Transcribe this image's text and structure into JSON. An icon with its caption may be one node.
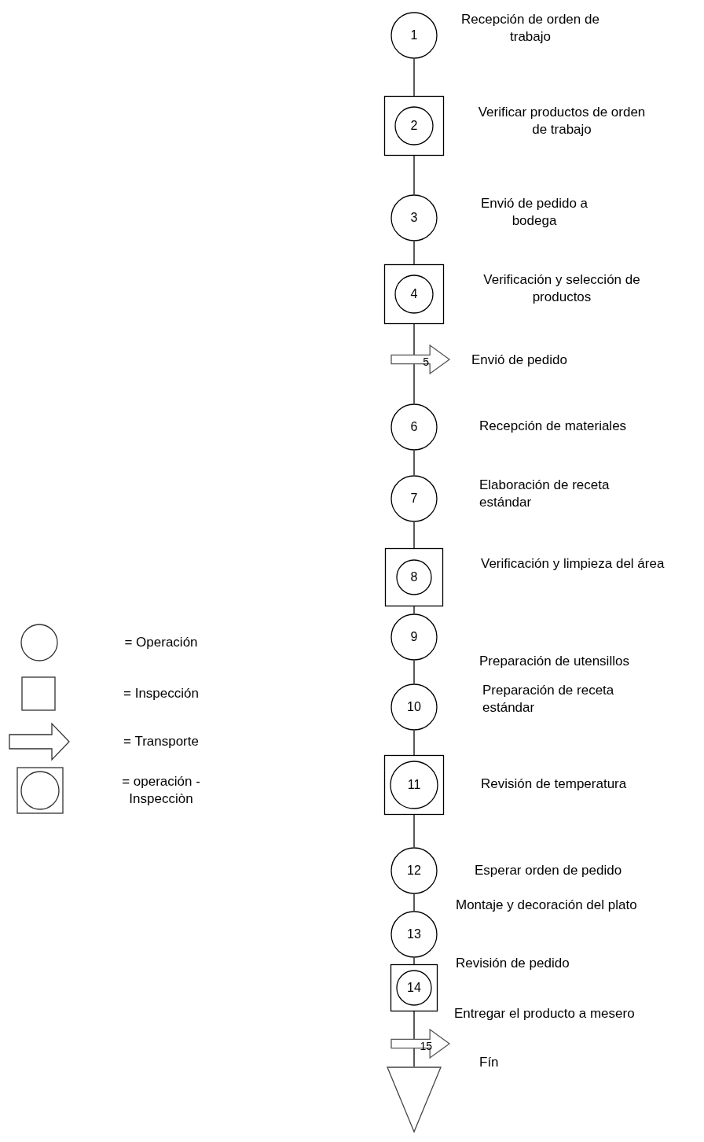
{
  "diagram": {
    "nodes": [
      {
        "text": [
          "1"
        ],
        "beside": [
          "Recepción de orden de trabajo"
        ]
      },
      {
        "text": [
          "2"
        ],
        "beside": [
          "Verificar productos de orden de trabajo"
        ]
      },
      {
        "text": [
          "3"
        ],
        "beside": [
          "Envió de pedido a bodega"
        ]
      },
      {
        "text": [
          "4"
        ],
        "beside": [
          "Verificación y selección de productos"
        ]
      },
      {
        "text": [
          "5"
        ],
        "beside": [
          "Envió de pedido"
        ]
      },
      {
        "text": [
          "6"
        ],
        "beside": [
          "Recepción de materiales"
        ]
      },
      {
        "text": [
          "7"
        ],
        "beside": [
          "Elaboración de receta estándar"
        ]
      },
      {
        "text": [
          "8"
        ],
        "beside": [
          "Verificación y limpieza del área"
        ]
      },
      {
        "text": [
          "9"
        ],
        "beside": [
          "Preparación de utensillos"
        ]
      },
      {
        "text": [
          "10"
        ],
        "beside": [
          "Preparación de receta estándar"
        ]
      },
      {
        "text": [
          "11"
        ],
        "beside": [
          "Revisión de temperatura"
        ]
      },
      {
        "text": [
          "12"
        ],
        "beside": [
          "Esperar orden de pedido"
        ]
      },
      {
        "text": [
          "13"
        ],
        "beside": [
          "Montaje y decoración del plato"
        ]
      },
      {
        "text": [
          "14"
        ],
        "beside": [
          "Revisión de pedido"
        ]
      },
      {
        "text": [
          "15"
        ],
        "beside": [
          "Entregar el producto a mesero"
        ]
      },
      {
        "text": [],
        "shape": "triangle",
        "beside": [
          "Fín"
        ]
      }
    ],
    "edges": [
      {
        "from": 0,
        "to": 1,
        "arrow": "none"
      },
      {
        "from": 1,
        "to": 2,
        "arrow": "none"
      },
      {
        "from": 2,
        "to": 3,
        "arrow": "none"
      },
      {
        "from": 3,
        "to": 4,
        "arrow": "none"
      },
      {
        "from": 4,
        "to": 5,
        "arrow": "none"
      },
      {
        "from": 5,
        "to": 6,
        "arrow": "none"
      },
      {
        "from": 6,
        "to": 7,
        "arrow": "none"
      },
      {
        "from": 7,
        "to": 8,
        "arrow": "none"
      },
      {
        "from": 8,
        "to": 9,
        "arrow": "none"
      },
      {
        "from": 9,
        "to": 10,
        "arrow": "none"
      },
      {
        "from": 10,
        "to": 11,
        "arrow": "none"
      },
      {
        "from": 11,
        "to": 12,
        "arrow": "none"
      },
      {
        "from": 12,
        "to": 13,
        "arrow": "none"
      },
      {
        "from": 13,
        "to": 14,
        "arrow": "none"
      },
      {
        "from": 14,
        "to": 15,
        "arrow": "none"
      }
    ],
    "legend": [
      {
        "text": "= Operación"
      },
      {
        "text": "= Inspección"
      },
      {
        "text": "= Transporte"
      },
      {
        "text": "= operación - Inspecciòn"
      }
    ]
  }
}
